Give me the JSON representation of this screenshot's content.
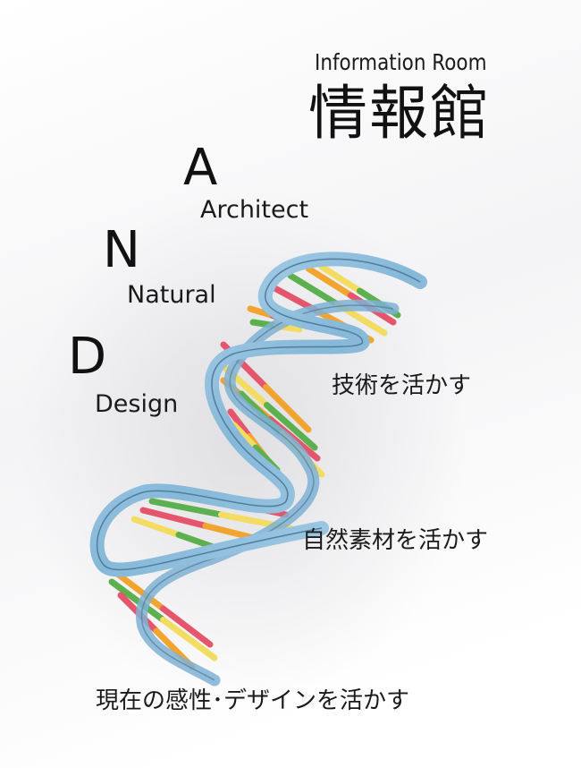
{
  "header": {
    "subtitle": "Information Room",
    "title": "情報館"
  },
  "acronym": [
    {
      "letter": "A",
      "word": "Architect"
    },
    {
      "letter": "N",
      "word": "Natural"
    },
    {
      "letter": "D",
      "word": "Design"
    }
  ],
  "captions": [
    "技術を活かす",
    "自然素材を活かす",
    "現在の感性･デザインを活かす"
  ],
  "colors": {
    "ribbon": "#8fbfdd",
    "ribbon_edge": "#4f7f9e",
    "base_orange": "#f2a431",
    "base_green": "#5db04f",
    "base_red": "#e5566c",
    "base_yellow": "#f3dc62"
  }
}
